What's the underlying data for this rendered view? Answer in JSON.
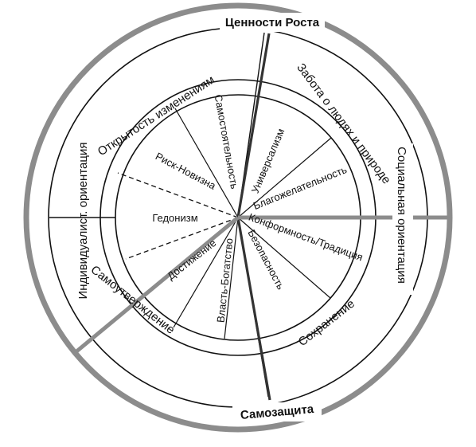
{
  "outer_labels": {
    "top": "Ценности Роста",
    "bottom": "Самозащита",
    "left": "Индивидуалист.  ориентация",
    "right": "Социальная  ориентация"
  },
  "middle_labels": {
    "openness": "Открытость изменениям",
    "self_transcendence": "Забота о людях и природе",
    "self_enhancement": "Самоутверждение",
    "conservation": "Сохранение"
  },
  "value_labels": {
    "self_direction": "Самостоятельность",
    "universalism": "Универсализм",
    "benevolence": "Благожелательность",
    "conformity_tradition": "Конформность/Традиция",
    "security": "Безопасность",
    "power": "Власть-Богатство",
    "achievement": "Достижение",
    "hedonism": "Гедонизм",
    "stimulation": "Риск-Новизна"
  },
  "colors": {
    "outer_ring": "#8c8c8c",
    "line": "#111111",
    "axis_gray": "#8c8c8c",
    "axis_dark": "#333333"
  }
}
